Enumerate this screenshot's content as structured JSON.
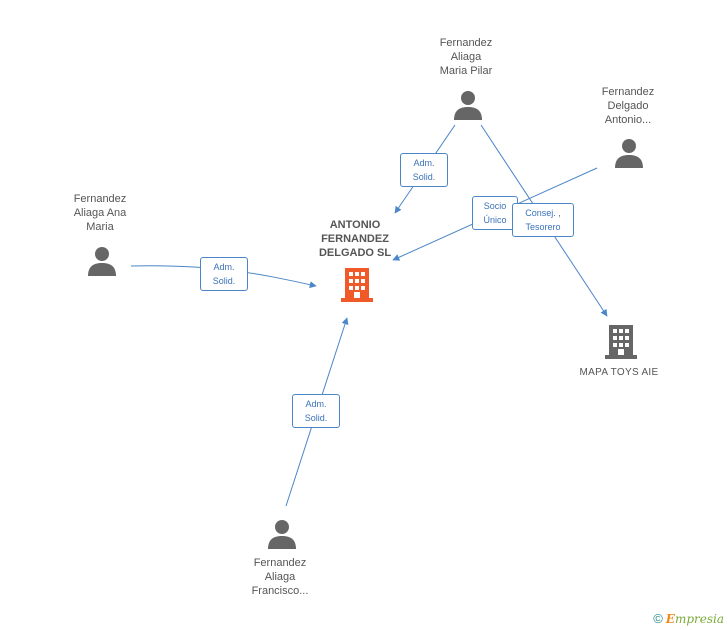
{
  "nodes": {
    "main_company": {
      "name": "ANTONIO\nFERNANDEZ\nDELGADO SL",
      "color": "#f05a28",
      "icon": "building-icon"
    },
    "other_company": {
      "name": "MAPA TOYS AIE",
      "color": "#666666",
      "icon": "building-icon"
    },
    "person_pilar": {
      "name": "Fernandez\nAliaga\nMaria Pilar",
      "icon": "person-icon"
    },
    "person_antonio": {
      "name": "Fernandez\nDelgado\nAntonio...",
      "icon": "person-icon"
    },
    "person_ana": {
      "name": "Fernandez\nAliaga Ana\nMaria",
      "icon": "person-icon"
    },
    "person_francisco": {
      "name": "Fernandez\nAliaga\nFrancisco...",
      "icon": "person-icon"
    }
  },
  "edges": [
    {
      "from": "person_pilar",
      "to": "main_company",
      "label": "Adm.\nSolid."
    },
    {
      "from": "person_antonio",
      "to": "main_company",
      "label": "Socio\nÚnico"
    },
    {
      "from": "person_pilar",
      "to": "other_company",
      "label": "Consej. ,\nTesorero"
    },
    {
      "from": "person_ana",
      "to": "main_company",
      "label": "Adm.\nSolid."
    },
    {
      "from": "person_francisco",
      "to": "main_company",
      "label": "Adm.\nSolid."
    }
  ],
  "footer": {
    "copyright": "©",
    "brand_first": "E",
    "brand_rest": "mpresia"
  },
  "colors": {
    "edge": "#4a86c8",
    "person": "#666666",
    "accent": "#f05a28"
  }
}
